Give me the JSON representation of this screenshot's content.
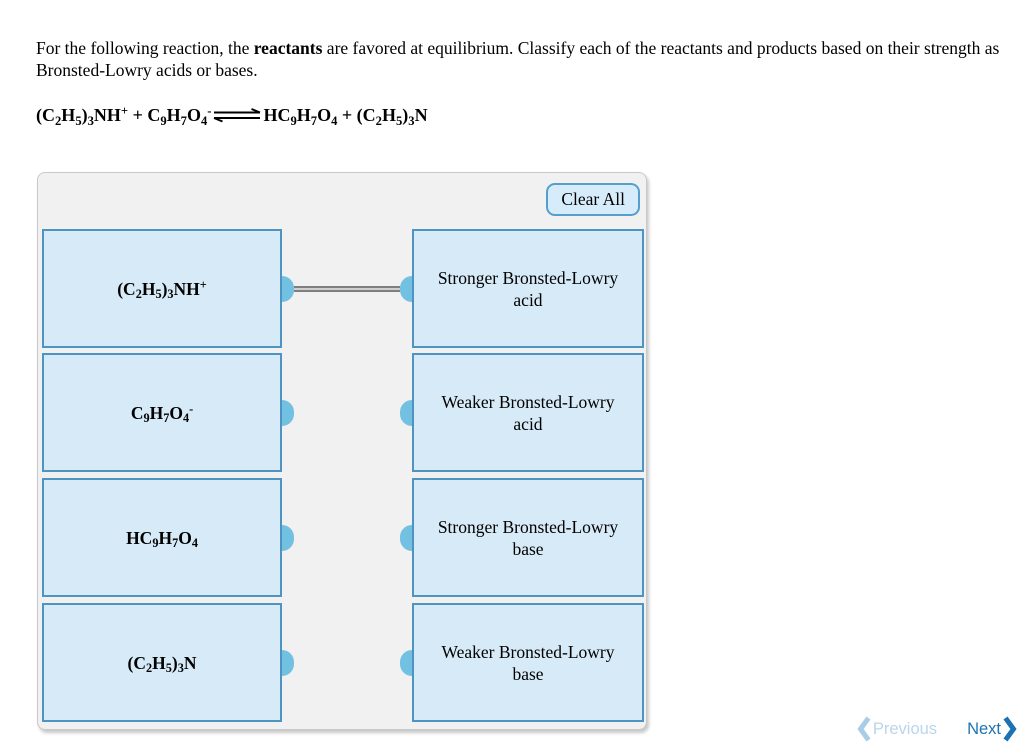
{
  "question": {
    "prefix": "For the following reaction, the ",
    "bold": "reactants",
    "suffix": " are favored at equilibrium. Classify each of the reactants and products based on their strength as Bronsted-Lowry acids or bases."
  },
  "equation": {
    "segments": [
      [
        "t",
        "(C"
      ],
      [
        "s",
        "2"
      ],
      [
        "t",
        "H"
      ],
      [
        "s",
        "5"
      ],
      [
        "t",
        ")"
      ],
      [
        "s",
        "3"
      ],
      [
        "t",
        "NH"
      ],
      [
        "u",
        "+"
      ],
      [
        "t",
        " + C"
      ],
      [
        "s",
        "9"
      ],
      [
        "t",
        "H"
      ],
      [
        "s",
        "7"
      ],
      [
        "t",
        "O"
      ],
      [
        "s",
        "4"
      ],
      [
        "u",
        "-"
      ],
      [
        "a",
        ""
      ],
      [
        "t",
        "HC"
      ],
      [
        "s",
        "9"
      ],
      [
        "t",
        "H"
      ],
      [
        "s",
        "7"
      ],
      [
        "t",
        "O"
      ],
      [
        "s",
        "4"
      ],
      [
        "t",
        " + (C"
      ],
      [
        "s",
        "2"
      ],
      [
        "t",
        "H"
      ],
      [
        "s",
        "5"
      ],
      [
        "t",
        ")"
      ],
      [
        "s",
        "3"
      ],
      [
        "t",
        "N"
      ]
    ]
  },
  "panel": {
    "clear_all_label": "Clear All",
    "left_items": [
      {
        "plain": "(C2H5)3NH+",
        "segments": [
          [
            "t",
            "(C"
          ],
          [
            "s",
            "2"
          ],
          [
            "t",
            "H"
          ],
          [
            "s",
            "5"
          ],
          [
            "t",
            ")"
          ],
          [
            "s",
            "3"
          ],
          [
            "t",
            "NH"
          ],
          [
            "u",
            "+"
          ]
        ]
      },
      {
        "plain": "C9H7O4-",
        "segments": [
          [
            "t",
            "C"
          ],
          [
            "s",
            "9"
          ],
          [
            "t",
            "H"
          ],
          [
            "s",
            "7"
          ],
          [
            "t",
            "O"
          ],
          [
            "s",
            "4"
          ],
          [
            "u",
            "-"
          ]
        ]
      },
      {
        "plain": "HC9H7O4",
        "segments": [
          [
            "t",
            "HC"
          ],
          [
            "s",
            "9"
          ],
          [
            "t",
            "H"
          ],
          [
            "s",
            "7"
          ],
          [
            "t",
            "O"
          ],
          [
            "s",
            "4"
          ]
        ]
      },
      {
        "plain": "(C2H5)3N",
        "segments": [
          [
            "t",
            "(C"
          ],
          [
            "s",
            "2"
          ],
          [
            "t",
            "H"
          ],
          [
            "s",
            "5"
          ],
          [
            "t",
            ")"
          ],
          [
            "s",
            "3"
          ],
          [
            "t",
            "N"
          ]
        ]
      }
    ],
    "right_items": [
      {
        "lines": [
          "Stronger Bronsted-Lowry",
          "acid"
        ]
      },
      {
        "lines": [
          "Weaker Bronsted-Lowry",
          "acid"
        ]
      },
      {
        "lines": [
          "Stronger Bronsted-Lowry",
          "base"
        ]
      },
      {
        "lines": [
          "Weaker Bronsted-Lowry",
          "base"
        ]
      }
    ],
    "connections": [
      {
        "from_index": 0,
        "to_index": 0
      }
    ]
  },
  "nav": {
    "previous_label": "Previous",
    "next_label": "Next"
  },
  "colors": {
    "box_fill": "#d7eaf7",
    "box_border": "#4f94c1",
    "knob": "#72c0e2",
    "panel_bg": "#f1f1f1",
    "next_blue": "#1b73b3",
    "previous_light_blue": "#bad6ea",
    "line_grey": "#7f7f7f"
  }
}
